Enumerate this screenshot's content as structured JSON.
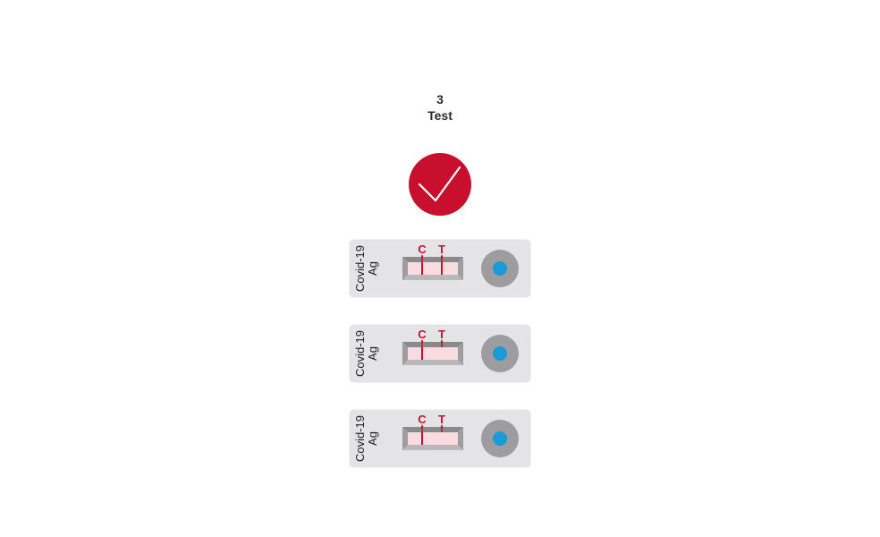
{
  "step": {
    "number": "3",
    "title": "Test"
  },
  "status": {
    "icon": "check-icon",
    "color": "#c8102e"
  },
  "cassettes": [
    {
      "label_line1": "Covid-19",
      "label_line2": "Ag",
      "control_label": "C",
      "test_label": "T",
      "control_line": true,
      "test_line": true
    },
    {
      "label_line1": "Covid-19",
      "label_line2": "Ag",
      "control_label": "C",
      "test_label": "T",
      "control_line": true,
      "test_line": false
    },
    {
      "label_line1": "Covid-19",
      "label_line2": "Ag",
      "control_label": "C",
      "test_label": "T",
      "control_line": true,
      "test_line": false
    }
  ],
  "colors": {
    "brand_red": "#c8102e",
    "cassette_body": "#e4e4e6",
    "window_frame": "#9d9d9f",
    "strip": "#f9dce0",
    "sample_well_ring": "#9d9d9f",
    "sample_drop": "#1a9ad6"
  }
}
